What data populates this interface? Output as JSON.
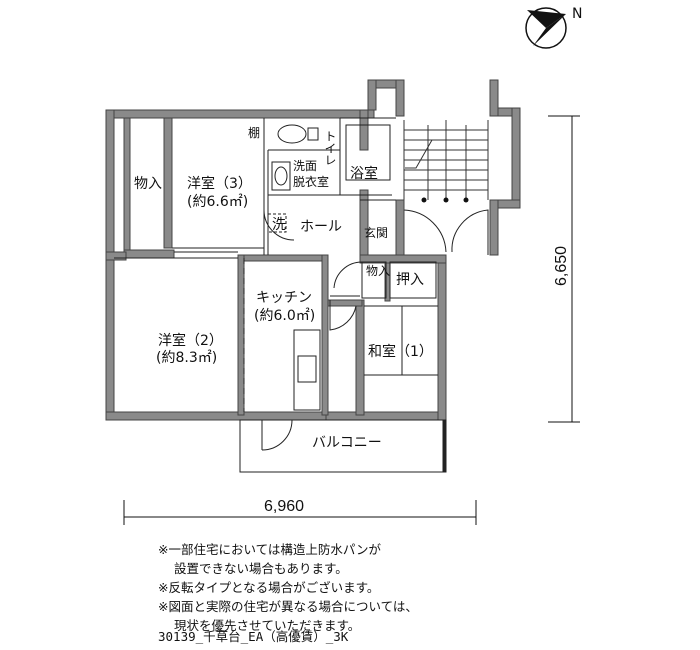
{
  "compass": {
    "label": "N"
  },
  "rooms": {
    "storage_west": "物入",
    "western3_name": "洋室（3）",
    "western3_area": "(約6.6㎡)",
    "shelf": "棚",
    "toilet": "トイレ",
    "washroom_line1": "洗面",
    "washroom_line2": "脱衣室",
    "washer": "洗",
    "bath": "浴室",
    "hall": "ホール",
    "entrance": "玄関",
    "storage_small": "物入",
    "closet": "押入",
    "kitchen_name": "キッチン",
    "kitchen_area": "(約6.0㎡)",
    "western2_name": "洋室（2）",
    "western2_area": "(約8.3㎡)",
    "japanese1": "和室（1）",
    "balcony": "バルコニー"
  },
  "dimensions": {
    "width": "6,960",
    "depth": "6,650"
  },
  "notes": [
    "※一部住宅においては構造上防水パンが",
    "設置できない場合もあります。",
    "※反転タイプとなる場合がございます。",
    "※図面と実際の住宅が異なる場合については、",
    "現状を優先させていただきます。"
  ],
  "plan_code": "30139_千草台_EA（高優賃）_3K"
}
